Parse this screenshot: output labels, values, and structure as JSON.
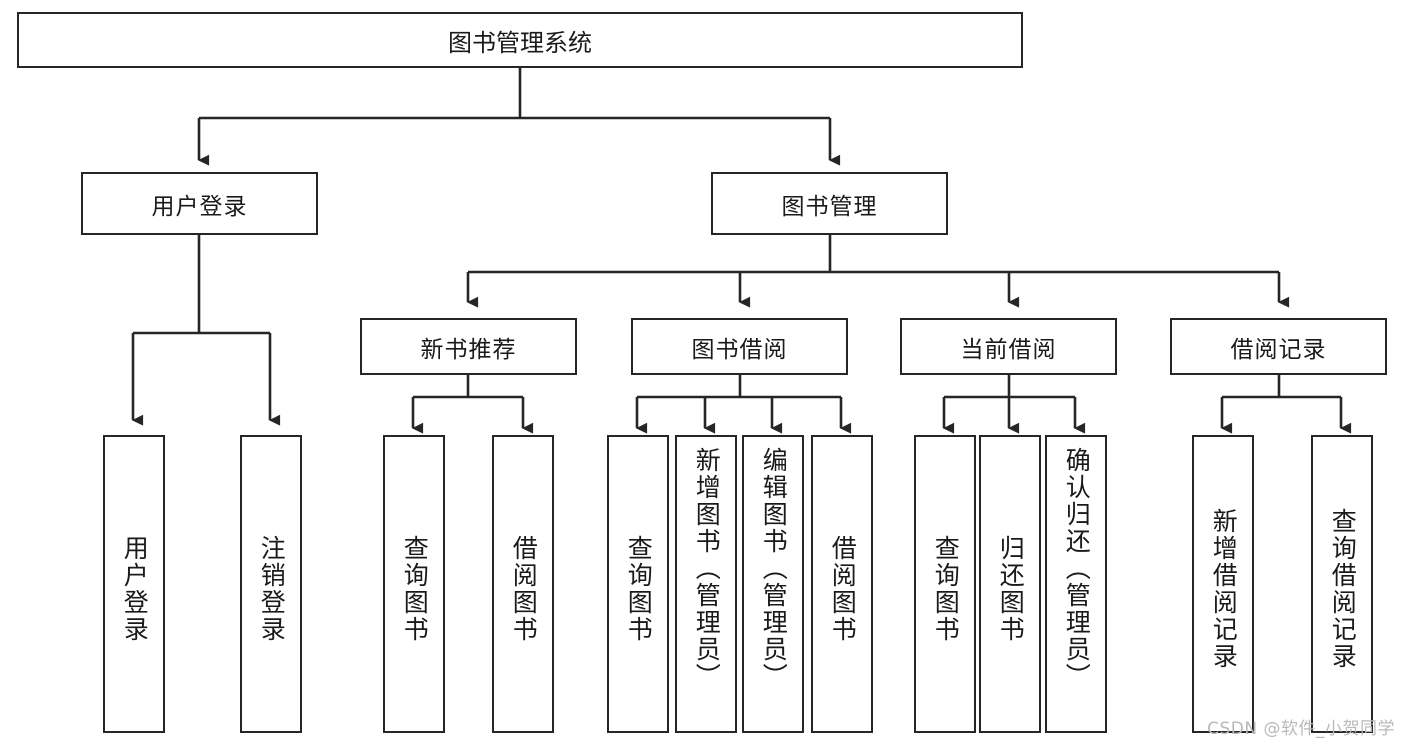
{
  "diagram": {
    "type": "org-chart",
    "title": "图书管理系统",
    "root": {
      "label": "图书管理系统"
    },
    "level2": [
      {
        "label": "用户登录"
      },
      {
        "label": "图书管理"
      }
    ],
    "level3": [
      {
        "label": "新书推荐"
      },
      {
        "label": "图书借阅"
      },
      {
        "label": "当前借阅"
      },
      {
        "label": "借阅记录"
      }
    ],
    "leaves": {
      "user_login": [
        {
          "label": "用户登录"
        },
        {
          "label": "注销登录"
        }
      ],
      "new_book_recommend": [
        {
          "label": "查询图书"
        },
        {
          "label": "借阅图书"
        }
      ],
      "book_borrow": [
        {
          "label": "查询图书"
        },
        {
          "label": "新增图书（管理员）"
        },
        {
          "label": "编辑图书（管理员）"
        },
        {
          "label": "借阅图书"
        }
      ],
      "current_borrow": [
        {
          "label": "查询图书"
        },
        {
          "label": "归还图书"
        },
        {
          "label": "确认归还（管理员）"
        }
      ],
      "borrow_records": [
        {
          "label": "新增借阅记录"
        },
        {
          "label": "查询借阅记录"
        }
      ]
    }
  },
  "watermark": {
    "text": "CSDN @软件_小贺同学"
  },
  "colors": {
    "background": "#ffffff",
    "line": "#262626",
    "text": "#1a1a1a",
    "watermark": "#b9b9b9"
  }
}
